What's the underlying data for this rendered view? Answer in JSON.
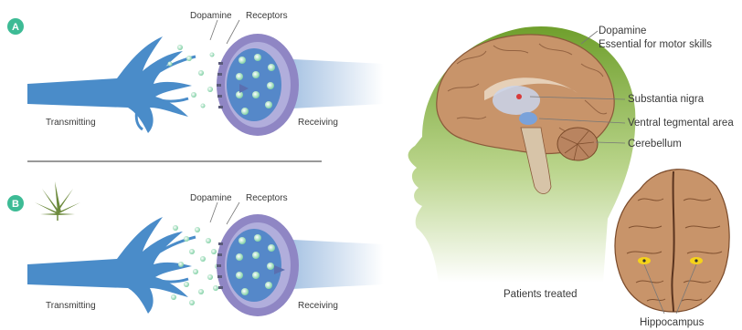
{
  "panel_a": {
    "badge": "A",
    "dopamine": "Dopamine",
    "receptors": "Receptors",
    "transmitting": "Transmitting",
    "receiving": "Receiving"
  },
  "panel_b": {
    "badge": "B",
    "dopamine": "Dopamine",
    "receptors": "Receptors",
    "transmitting": "Transmitting",
    "receiving": "Receiving"
  },
  "brain": {
    "dopamine_title": "Dopamine",
    "dopamine_note": "Essential for motor skills",
    "substantia_nigra": "Substantia nigra",
    "ventral_tegmental": "Ventral tegmental area",
    "cerebellum": "Cerebellum",
    "patients_treated": "Patients treated",
    "hippocampus": "Hippocampus"
  },
  "colors": {
    "badge": "#3dbb95",
    "neuron": "#4a8cc9",
    "synapse_ring": "#8f86c4",
    "brain": "#b88862",
    "head": "#7fae3a",
    "leaf": "#6c8a3c",
    "hippocampus_marker": "#f5d31a"
  },
  "icons": {
    "leaf": "cannabis-leaf-icon"
  }
}
